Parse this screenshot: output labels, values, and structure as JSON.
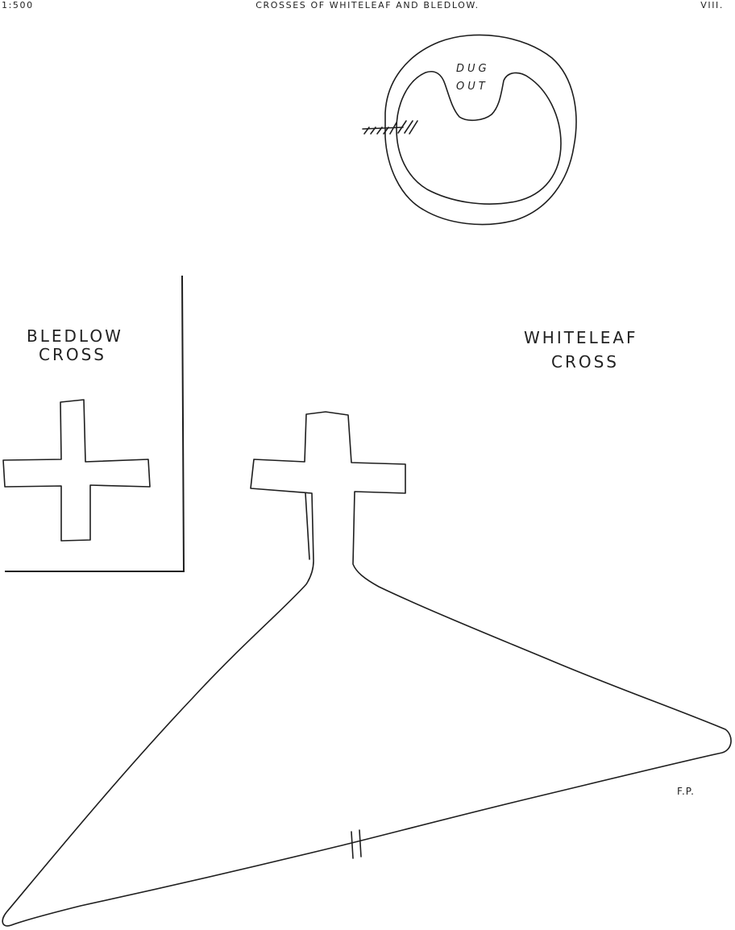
{
  "header": {
    "scale": "1:500",
    "title": "CROSSES OF WHITELEAF AND BLEDLOW.",
    "plate": "VIII."
  },
  "bledlow": {
    "label_line1": "BLEDLOW",
    "label_line2": "CROSS"
  },
  "whiteleaf": {
    "label_line1": "WHITELEAF",
    "label_line2": "CROSS"
  },
  "ring": {
    "label_line1": "DUG",
    "label_line2": "OUT"
  },
  "initials": "F.P.",
  "colors": {
    "ink": "#1e1e1e",
    "paper": "#ffffff"
  }
}
